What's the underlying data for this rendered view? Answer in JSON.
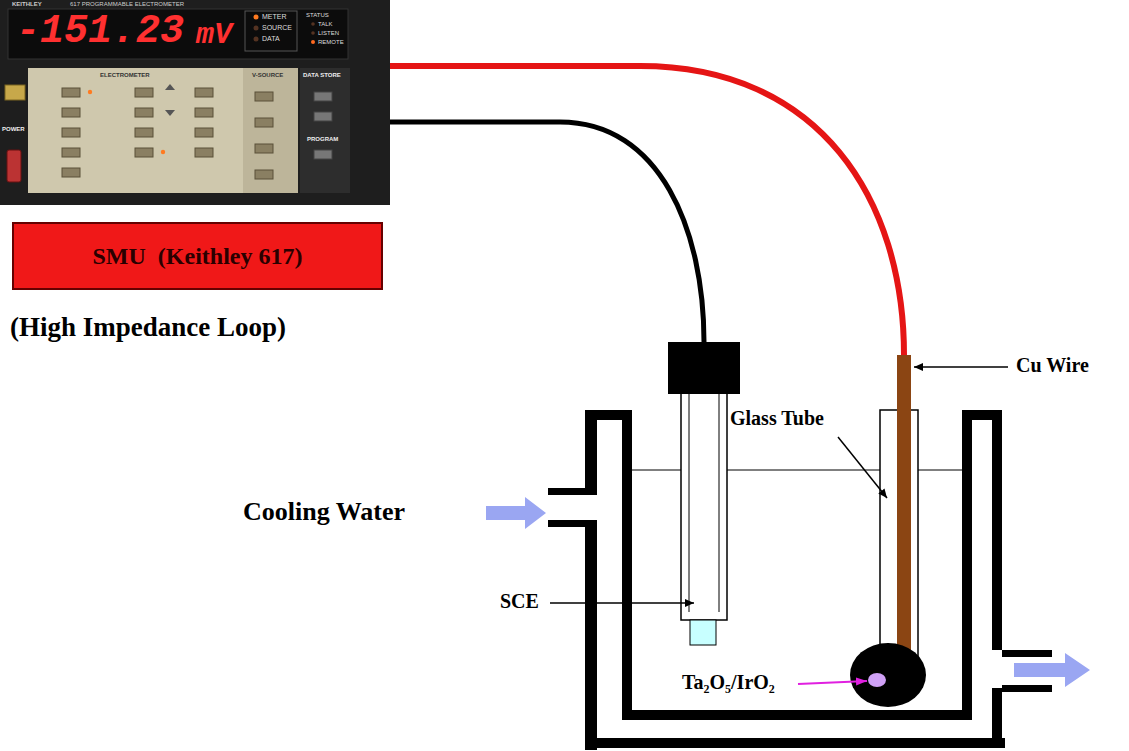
{
  "diagram": {
    "nodes": [
      {
        "text": [
          "-151.23",
          "mV",
          "KEITHLEY",
          "617 PROGRAMMABLE ELECTROMETER",
          "METER",
          "SOURCE",
          "DATA",
          "STATUS",
          "TALK",
          "LISTEN",
          "REMOTE",
          "ELECTROMETER",
          "V-SOURCE",
          "DATA STORE",
          "PROGRAM",
          "POWER"
        ]
      },
      {
        "text": [
          "SMU  (Keithley 617)"
        ]
      }
    ],
    "labels": [
      "(High Impedance Loop)",
      "Cooling Water",
      "SCE",
      "Glass Tube",
      "Cu Wire",
      "Ta₂O₅/IrO₂"
    ]
  }
}
